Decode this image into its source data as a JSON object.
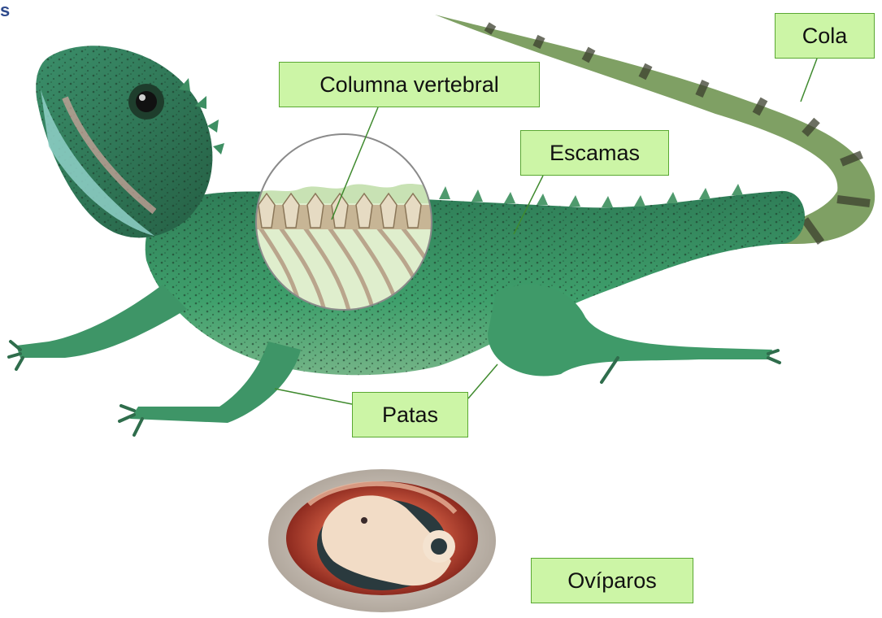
{
  "corner_text": "s",
  "labels": {
    "spine": "Columna vertebral",
    "tail": "Cola",
    "scales": "Escamas",
    "legs": "Patas",
    "oviparous": "Ovíparos"
  },
  "colors": {
    "label_fill": "#ccf5a6",
    "label_border": "#5aa832",
    "lizard_body": "#3d9a6a",
    "tail_band_dark": "#4a4a3a",
    "tail_band_light": "#b8c98a",
    "egg_shell": "#c9bfb4",
    "egg_inner": "#b0392c",
    "embryo": "#f2dcc6"
  },
  "icons": {
    "lizard": "lizard-illustration",
    "spine_magnifier": "spine-detail-circle",
    "egg": "egg-with-embryo-illustration"
  }
}
